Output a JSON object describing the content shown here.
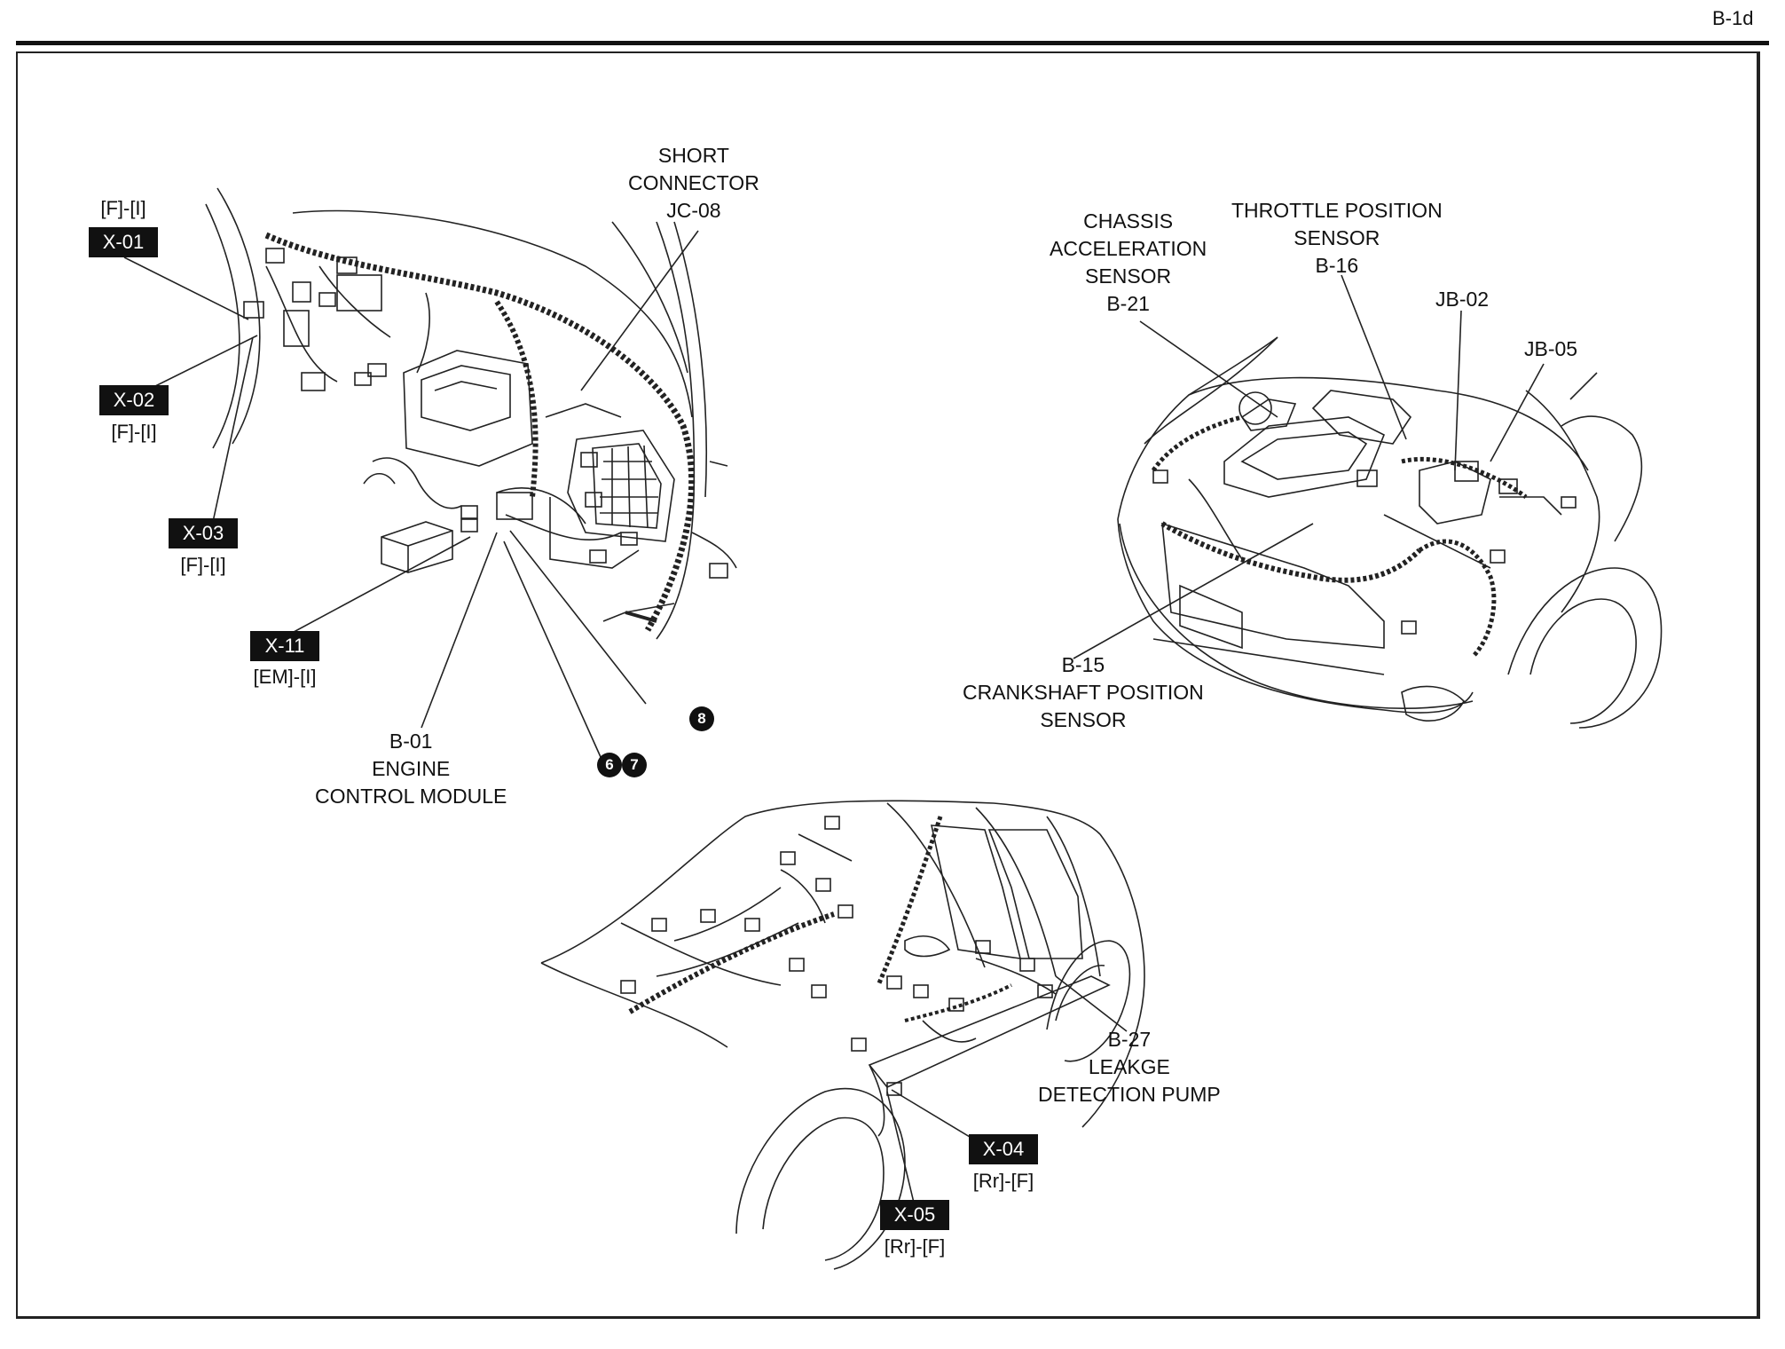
{
  "page_code": "B-1d",
  "connectors": {
    "x01": {
      "code": "X-01",
      "loc": "[F]-[I]"
    },
    "x02": {
      "code": "X-02",
      "loc": "[F]-[I]"
    },
    "x03": {
      "code": "X-03",
      "loc": "[F]-[I]"
    },
    "x11": {
      "code": "X-11",
      "loc": "[EM]-[I]"
    },
    "x04": {
      "code": "X-04",
      "loc": "[Rr]-[F]"
    },
    "x05": {
      "code": "X-05",
      "loc": "[Rr]-[F]"
    }
  },
  "labels": {
    "short_connector": [
      "SHORT",
      "CONNECTOR",
      "JC-08"
    ],
    "ecm": [
      "B-01",
      "ENGINE",
      "CONTROL MODULE"
    ],
    "chassis_accel": [
      "CHASSIS",
      "ACCELERATION",
      "SENSOR",
      "B-21"
    ],
    "throttle": [
      "THROTTLE POSITION",
      "SENSOR",
      "B-16"
    ],
    "jb02": "JB-02",
    "jb05": "JB-05",
    "crankshaft": [
      "B-15",
      "CRANKSHAFT POSITION",
      "SENSOR"
    ],
    "leak_pump": [
      "B-27",
      "LEAKGE",
      "DETECTION PUMP"
    ]
  },
  "ground_points": [
    "8",
    "6",
    "7"
  ]
}
